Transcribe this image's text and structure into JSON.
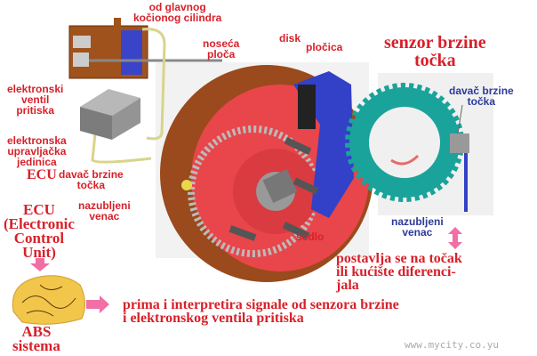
{
  "labels": {
    "master_cylinder": "od glavnog\nkočionog cilindra",
    "valve": "elektronski\nventil\npritiska",
    "control_unit": "elektronska\nupravljačka\njedinica",
    "ecu_short": "ECU",
    "speed_sensor": "davač brzine\ntočka",
    "carrier_plate": "noseća\nploča",
    "disk": "disk",
    "pad": "pločica",
    "toothed_ring": "nazubljeni\nvenac",
    "caliper": "sedlo",
    "sensor_title": "senzor brzine\ntočka",
    "sensor_part": "davač brzine\ntočka",
    "sensor_ring": "nazubljeni\nvenac",
    "mounting": "postavlja se na točak\nili kućište diferenci-\njala",
    "ecu_full": "ECU\n(Electronic\nControl\nUnit)",
    "abs": "ABS\nsistema",
    "ecu_function": "prima i interpretira signale od senzora brzine\ni elektronskog ventila pritiska",
    "watermark": "www.mycity.co.yu"
  },
  "colors": {
    "label": "#d8202a",
    "navy": "#2b3a9a",
    "arrow": "#f06fa5",
    "disk": "#9a4a1c",
    "hub": "#e8464a",
    "wheel": "#1aa39a"
  }
}
